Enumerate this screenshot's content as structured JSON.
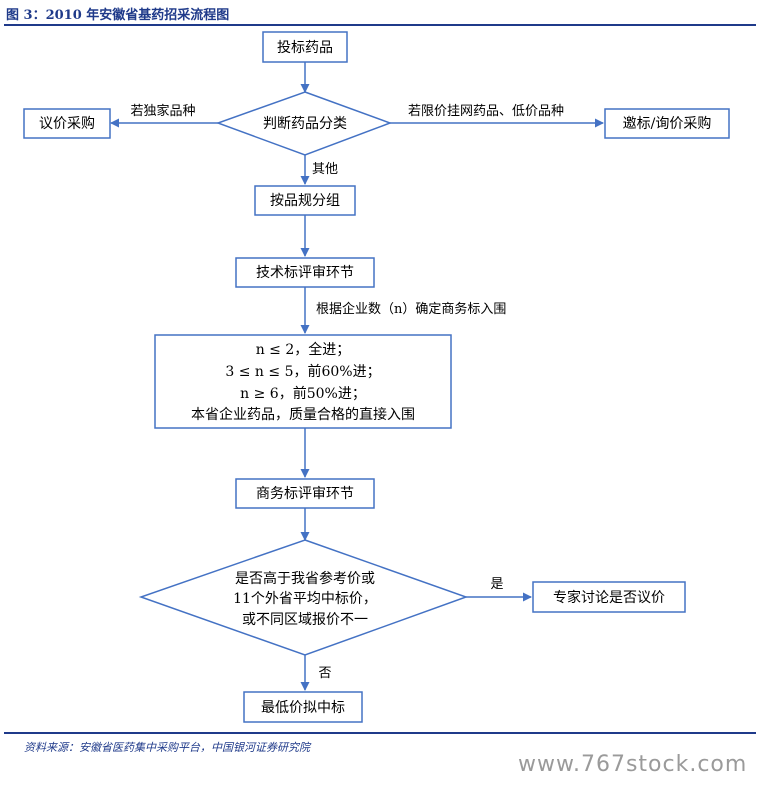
{
  "title": "图 3：2010 年安徽省基药招采流程图",
  "source": "资料来源：安徽省医药集中采购平台，中国银河证券研究院",
  "watermark": "www.767stock.com",
  "nodes": {
    "bid_drugs": "投标药品",
    "classify": "判断药品分类",
    "negotiate": "议价采购",
    "invite_inquiry": "邀标/询价采购",
    "group_by_spec": "按品规分组",
    "tech_review": "技术标评审环节",
    "rules": [
      "n ≤ 2，全进；",
      "3 ≤ n ≤ 5，前60%进；",
      "n ≥ 6，前50%进；",
      "本省企业药品，质量合格的直接入围"
    ],
    "biz_review": "商务标评审环节",
    "price_check": [
      "是否高于我省参考价或",
      "11个外省平均中标价，",
      "或不同区域报价不一"
    ],
    "expert": "专家讨论是否议价",
    "lowest_price": "最低价拟中标"
  },
  "edge_labels": {
    "exclusive": "若独家品种",
    "limited_price": "若限价挂网药品、低价品种",
    "other": "其他",
    "by_count": "根据企业数（n）确定商务标入围",
    "yes": "是",
    "no": "否"
  },
  "colors": {
    "accent": "#1f3a8a",
    "line": "#4472c4"
  }
}
